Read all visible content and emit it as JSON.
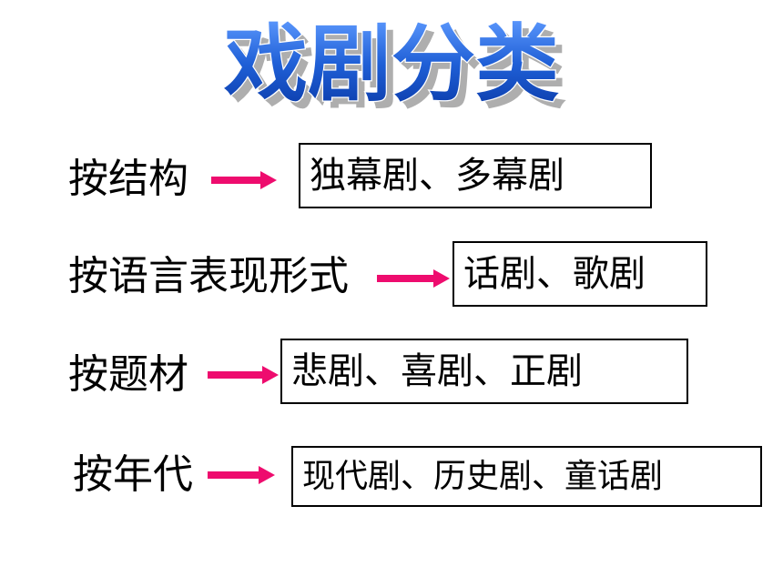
{
  "title": "戏剧分类",
  "colors": {
    "title_fill": "#1f5fd6",
    "title_outline": "#0a2a8a",
    "title_shadow": "#9a9a9a",
    "arrow": "#ee0c6e"
  },
  "rows": [
    {
      "label": "按结构",
      "value": "独幕剧、多幕剧"
    },
    {
      "label": "按语言表现形式",
      "value": "话剧、歌剧"
    },
    {
      "label": "按题材",
      "value": "悲剧、喜剧、正剧"
    },
    {
      "label": "按年代",
      "value": "现代剧、历史剧、童话剧"
    }
  ]
}
